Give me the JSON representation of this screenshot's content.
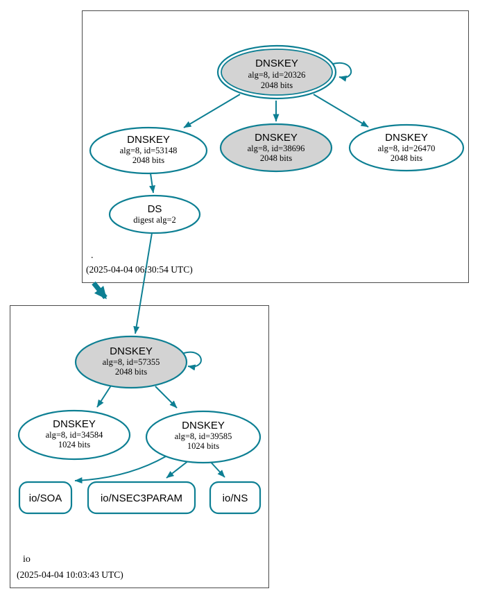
{
  "colors": {
    "edge": "#0d7f93",
    "node_fill_gray": "#d3d3d3",
    "node_fill_white": "#ffffff",
    "box_border": "#4a4a4a",
    "text": "#000000"
  },
  "zones": {
    "root": {
      "label": ".",
      "timestamp": "(2025-04-04 06:30:54 UTC)"
    },
    "io": {
      "label": "io",
      "timestamp": "(2025-04-04 10:03:43 UTC)"
    }
  },
  "nodes": {
    "dnskey_20326": {
      "title": "DNSKEY",
      "alg": "alg=8, id=20326",
      "bits": "2048 bits"
    },
    "dnskey_53148": {
      "title": "DNSKEY",
      "alg": "alg=8, id=53148",
      "bits": "2048 bits"
    },
    "dnskey_38696": {
      "title": "DNSKEY",
      "alg": "alg=8, id=38696",
      "bits": "2048 bits"
    },
    "dnskey_26470": {
      "title": "DNSKEY",
      "alg": "alg=8, id=26470",
      "bits": "2048 bits"
    },
    "ds": {
      "title": "DS",
      "alg": "digest alg=2"
    },
    "dnskey_57355": {
      "title": "DNSKEY",
      "alg": "alg=8, id=57355",
      "bits": "2048 bits"
    },
    "dnskey_34584": {
      "title": "DNSKEY",
      "alg": "alg=8, id=34584",
      "bits": "1024 bits"
    },
    "dnskey_39585": {
      "title": "DNSKEY",
      "alg": "alg=8, id=39585",
      "bits": "1024 bits"
    },
    "rrset_soa": {
      "label": "io/SOA"
    },
    "rrset_nsec3param": {
      "label": "io/NSEC3PARAM"
    },
    "rrset_ns": {
      "label": "io/NS"
    }
  },
  "graph": {
    "edges": [
      {
        "from": "dnskey-20326",
        "to": "dnskey-20326",
        "type": "self-sign"
      },
      {
        "from": "dnskey-20326",
        "to": "dnskey-53148",
        "type": "sign"
      },
      {
        "from": "dnskey-20326",
        "to": "dnskey-38696",
        "type": "sign"
      },
      {
        "from": "dnskey-20326",
        "to": "dnskey-26470",
        "type": "sign"
      },
      {
        "from": "dnskey-53148",
        "to": "ds",
        "type": "sign"
      },
      {
        "from": "ds",
        "to": "dnskey-57355",
        "type": "authenticates"
      },
      {
        "from": "zone-root",
        "to": "zone-io",
        "type": "delegation"
      },
      {
        "from": "dnskey-57355",
        "to": "dnskey-57355",
        "type": "self-sign"
      },
      {
        "from": "dnskey-57355",
        "to": "dnskey-34584",
        "type": "sign"
      },
      {
        "from": "dnskey-57355",
        "to": "dnskey-39585",
        "type": "sign"
      },
      {
        "from": "dnskey-39585",
        "to": "rrset-io-soa",
        "type": "sign"
      },
      {
        "from": "dnskey-39585",
        "to": "rrset-io-nsec3param",
        "type": "sign"
      },
      {
        "from": "dnskey-39585",
        "to": "rrset-io-ns",
        "type": "sign"
      }
    ]
  }
}
